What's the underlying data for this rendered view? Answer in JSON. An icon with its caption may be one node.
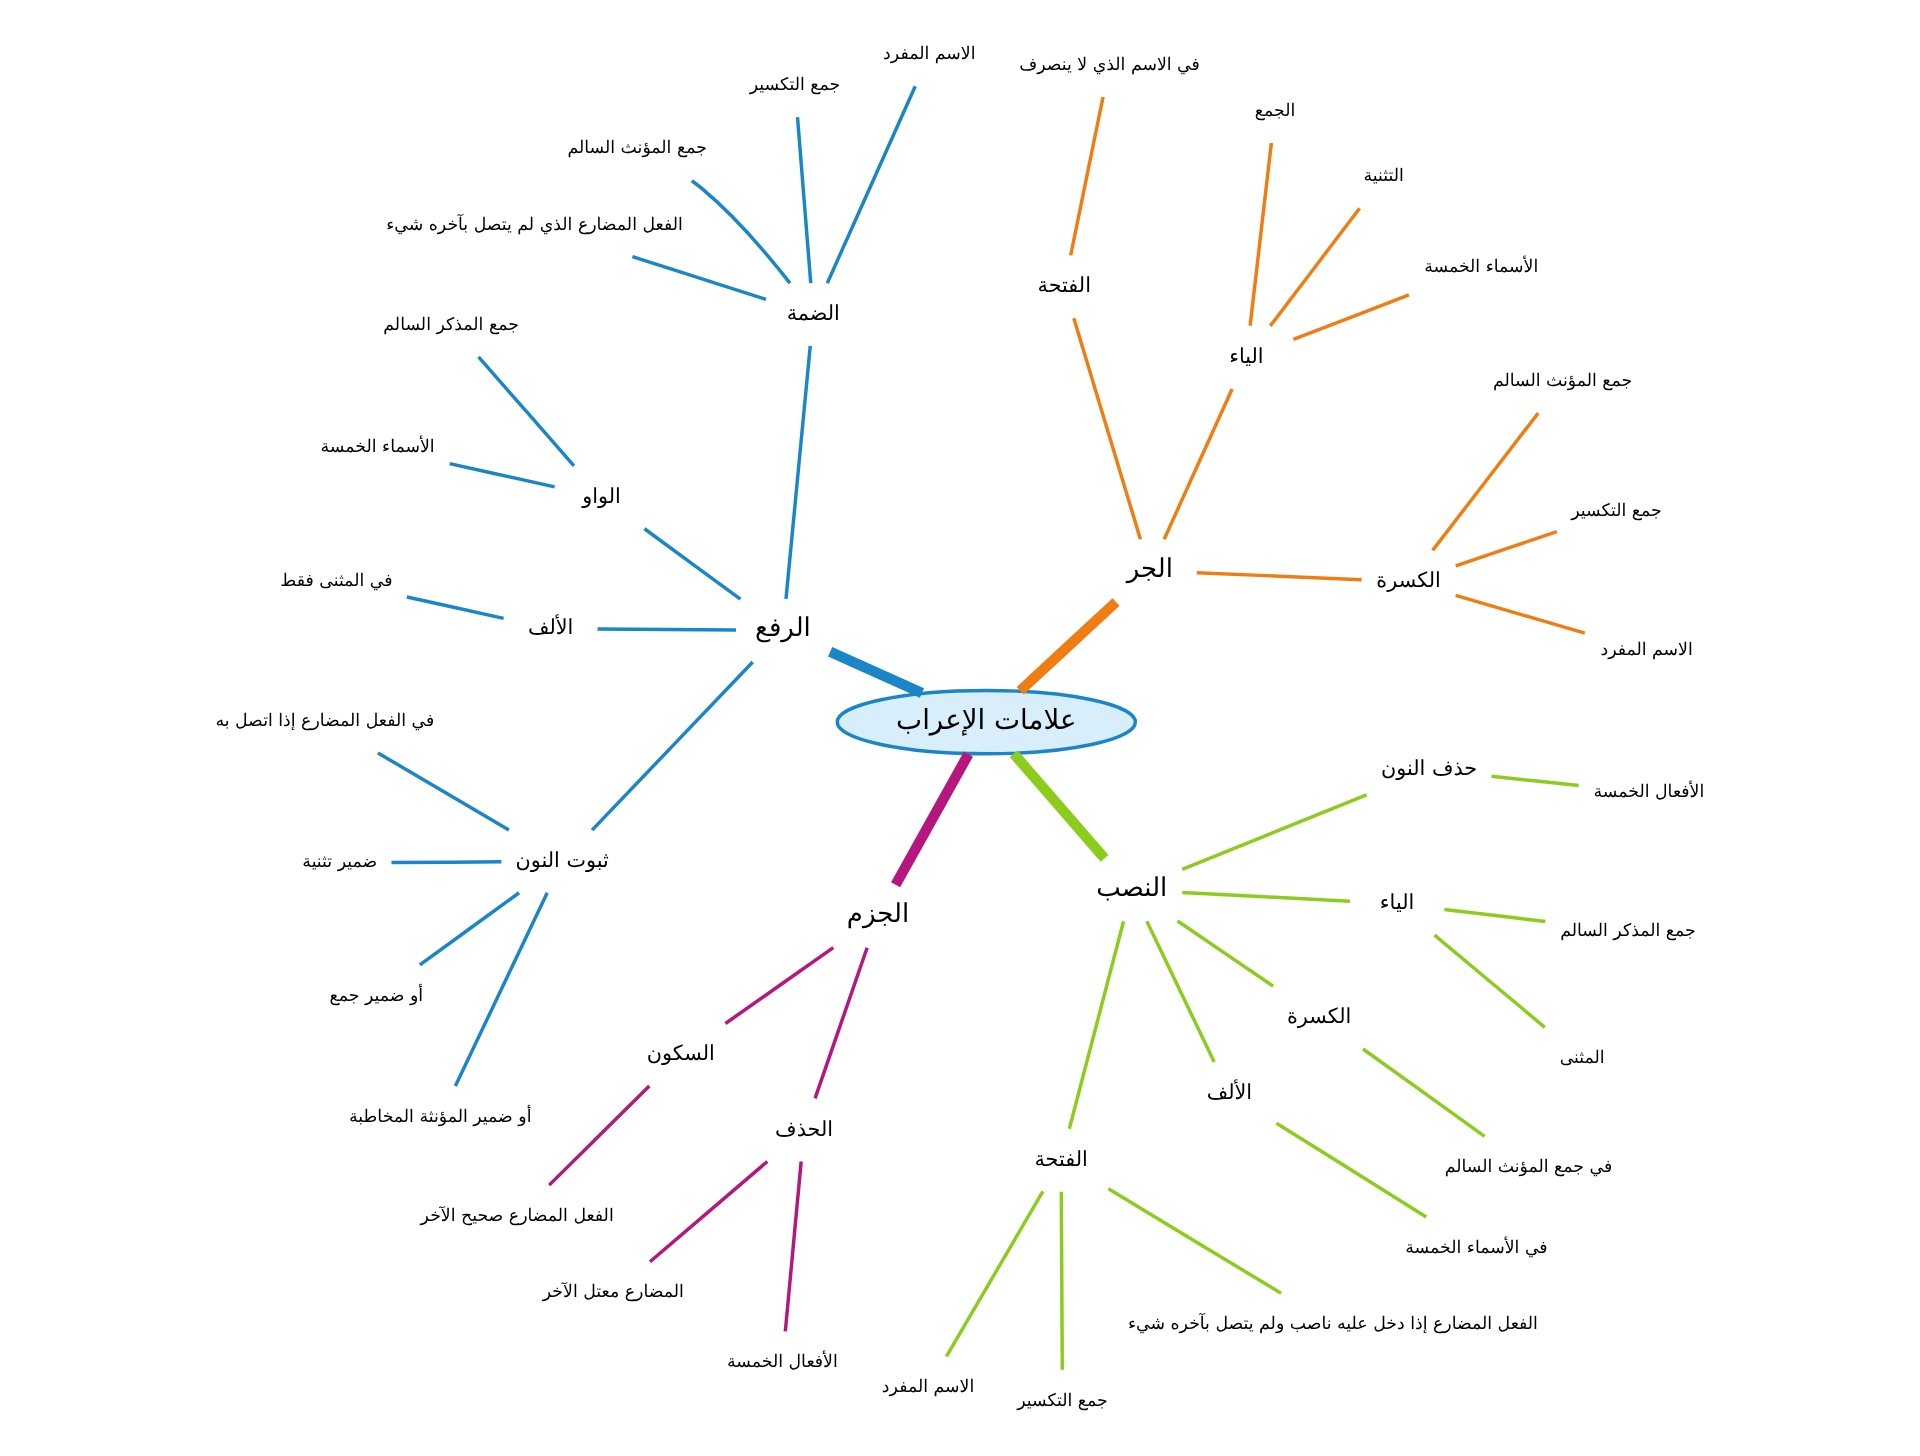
{
  "diagram": {
    "nodes": [
      {
        "text": [
          "علامات الإعراب"
        ]
      },
      {
        "text": [
          "الجر"
        ]
      },
      {
        "text": [
          "الكسرة"
        ]
      },
      {
        "text": [
          "الاسم المفرد"
        ]
      },
      {
        "text": [
          "جمع التكسير"
        ]
      },
      {
        "text": [
          "جمع المؤنث السالم"
        ]
      },
      {
        "text": [
          "الياء"
        ]
      },
      {
        "text": [
          "الأسماء الخمسة"
        ]
      },
      {
        "text": [
          "التثنية"
        ]
      },
      {
        "text": [
          "الجمع"
        ]
      },
      {
        "text": [
          "الفتحة"
        ]
      },
      {
        "text": [
          "في الاسم الذي لا ينصرف"
        ]
      },
      {
        "text": [
          "الرفع"
        ]
      },
      {
        "text": [
          "الضمة"
        ]
      },
      {
        "text": [
          "الاسم المفرد"
        ]
      },
      {
        "text": [
          "جمع التكسير"
        ]
      },
      {
        "text": [
          "جمع المؤنث السالم"
        ]
      },
      {
        "text": [
          "الفعل المضارع الذي لم يتصل بآخره شيء"
        ]
      },
      {
        "text": [
          "الواو"
        ]
      },
      {
        "text": [
          "جمع المذكر السالم"
        ]
      },
      {
        "text": [
          "الأسماء الخمسة"
        ]
      },
      {
        "text": [
          "الألف"
        ]
      },
      {
        "text": [
          "في المثنى فقط"
        ]
      },
      {
        "text": [
          "ثبوت النون"
        ]
      },
      {
        "text": [
          "في الفعل المضارع إذا اتصل به"
        ]
      },
      {
        "text": [
          "ضمير تثنية"
        ]
      },
      {
        "text": [
          "أو ضمير جمع"
        ]
      },
      {
        "text": [
          "أو ضمير المؤنثة المخاطبة"
        ]
      },
      {
        "text": [
          "الجزم"
        ]
      },
      {
        "text": [
          "السكون"
        ]
      },
      {
        "text": [
          "الفعل المضارع صحيح الآخر"
        ]
      },
      {
        "text": [
          "الحذف"
        ]
      },
      {
        "text": [
          "المضارع معتل الآخر"
        ]
      },
      {
        "text": [
          "الأفعال الخمسة"
        ]
      },
      {
        "text": [
          "النصب"
        ]
      },
      {
        "text": [
          "الفتحة"
        ]
      },
      {
        "text": [
          "الاسم المفرد"
        ]
      },
      {
        "text": [
          "جمع التكسير"
        ]
      },
      {
        "text": [
          "الفعل المضارع إذا دخل عليه ناصب ولم يتصل بآخره شيء"
        ]
      },
      {
        "text": [
          "الألف"
        ]
      },
      {
        "text": [
          "في الأسماء الخمسة"
        ]
      },
      {
        "text": [
          "الكسرة"
        ]
      },
      {
        "text": [
          "في جمع المؤنث السالم"
        ]
      },
      {
        "text": [
          "الياء"
        ]
      },
      {
        "text": [
          "المثنى"
        ]
      },
      {
        "text": [
          "جمع المذكر السالم"
        ]
      },
      {
        "text": [
          "حذف النون"
        ]
      },
      {
        "text": [
          "الأفعال الخمسة"
        ]
      }
    ],
    "edges": [
      {
        "from": 0,
        "to": 1,
        "arrow": "none",
        "style": "thick",
        "color": "#f07d12"
      },
      {
        "from": 1,
        "to": 2,
        "arrow": "none",
        "color": "#f07d12"
      },
      {
        "from": 2,
        "to": 3,
        "arrow": "none",
        "color": "#f07d12"
      },
      {
        "from": 2,
        "to": 4,
        "arrow": "none",
        "color": "#f07d12"
      },
      {
        "from": 2,
        "to": 5,
        "arrow": "none",
        "color": "#f07d12"
      },
      {
        "from": 1,
        "to": 6,
        "arrow": "none",
        "color": "#f07d12"
      },
      {
        "from": 6,
        "to": 7,
        "arrow": "none",
        "color": "#f07d12"
      },
      {
        "from": 6,
        "to": 8,
        "arrow": "none",
        "color": "#f07d12"
      },
      {
        "from": 6,
        "to": 9,
        "arrow": "none",
        "color": "#f07d12"
      },
      {
        "from": 1,
        "to": 10,
        "arrow": "none",
        "color": "#f07d12"
      },
      {
        "from": 10,
        "to": 11,
        "arrow": "none",
        "color": "#f07d12"
      },
      {
        "from": 0,
        "to": 12,
        "arrow": "none",
        "style": "thick",
        "color": "#1a86c8"
      },
      {
        "from": 12,
        "to": 13,
        "arrow": "none",
        "color": "#1a86c8"
      },
      {
        "from": 13,
        "to": 14,
        "arrow": "none",
        "color": "#1a86c8"
      },
      {
        "from": 13,
        "to": 15,
        "arrow": "none",
        "color": "#1a86c8"
      },
      {
        "from": 13,
        "to": 16,
        "arrow": "none",
        "color": "#1a86c8"
      },
      {
        "from": 13,
        "to": 17,
        "arrow": "none",
        "color": "#1a86c8"
      },
      {
        "from": 12,
        "to": 18,
        "arrow": "none",
        "color": "#1a86c8"
      },
      {
        "from": 18,
        "to": 19,
        "arrow": "none",
        "color": "#1a86c8"
      },
      {
        "from": 18,
        "to": 20,
        "arrow": "none",
        "color": "#1a86c8"
      },
      {
        "from": 12,
        "to": 21,
        "arrow": "none",
        "color": "#1a86c8"
      },
      {
        "from": 21,
        "to": 22,
        "arrow": "none",
        "color": "#1a86c8"
      },
      {
        "from": 12,
        "to": 23,
        "arrow": "none",
        "color": "#1a86c8"
      },
      {
        "from": 23,
        "to": 24,
        "arrow": "none",
        "color": "#1a86c8"
      },
      {
        "from": 23,
        "to": 25,
        "arrow": "none",
        "color": "#1a86c8"
      },
      {
        "from": 23,
        "to": 26,
        "arrow": "none",
        "color": "#1a86c8"
      },
      {
        "from": 23,
        "to": 27,
        "arrow": "none",
        "color": "#1a86c8"
      },
      {
        "from": 0,
        "to": 28,
        "arrow": "none",
        "style": "thick",
        "color": "#b5177f"
      },
      {
        "from": 28,
        "to": 29,
        "arrow": "none",
        "color": "#b5177f"
      },
      {
        "from": 29,
        "to": 30,
        "arrow": "none",
        "color": "#b5177f"
      },
      {
        "from": 28,
        "to": 31,
        "arrow": "none",
        "color": "#b5177f"
      },
      {
        "from": 31,
        "to": 32,
        "arrow": "none",
        "color": "#b5177f"
      },
      {
        "from": 31,
        "to": 33,
        "arrow": "none",
        "color": "#b5177f"
      },
      {
        "from": 0,
        "to": 34,
        "arrow": "none",
        "style": "thick",
        "color": "#8ccc1c"
      },
      {
        "from": 34,
        "to": 35,
        "arrow": "none",
        "color": "#8ccc1c"
      },
      {
        "from": 35,
        "to": 36,
        "arrow": "none",
        "color": "#8ccc1c"
      },
      {
        "from": 35,
        "to": 37,
        "arrow": "none",
        "color": "#8ccc1c"
      },
      {
        "from": 35,
        "to": 38,
        "arrow": "none",
        "color": "#8ccc1c"
      },
      {
        "from": 34,
        "to": 39,
        "arrow": "none",
        "color": "#8ccc1c"
      },
      {
        "from": 39,
        "to": 40,
        "arrow": "none",
        "color": "#8ccc1c"
      },
      {
        "from": 34,
        "to": 41,
        "arrow": "none",
        "color": "#8ccc1c"
      },
      {
        "from": 41,
        "to": 42,
        "arrow": "none",
        "color": "#8ccc1c"
      },
      {
        "from": 34,
        "to": 43,
        "arrow": "none",
        "color": "#8ccc1c"
      },
      {
        "from": 43,
        "to": 44,
        "arrow": "none",
        "color": "#8ccc1c"
      },
      {
        "from": 43,
        "to": 45,
        "arrow": "none",
        "color": "#8ccc1c"
      },
      {
        "from": 34,
        "to": 46,
        "arrow": "none",
        "color": "#8ccc1c"
      },
      {
        "from": 46,
        "to": 47,
        "arrow": "none",
        "color": "#8ccc1c"
      }
    ]
  }
}
